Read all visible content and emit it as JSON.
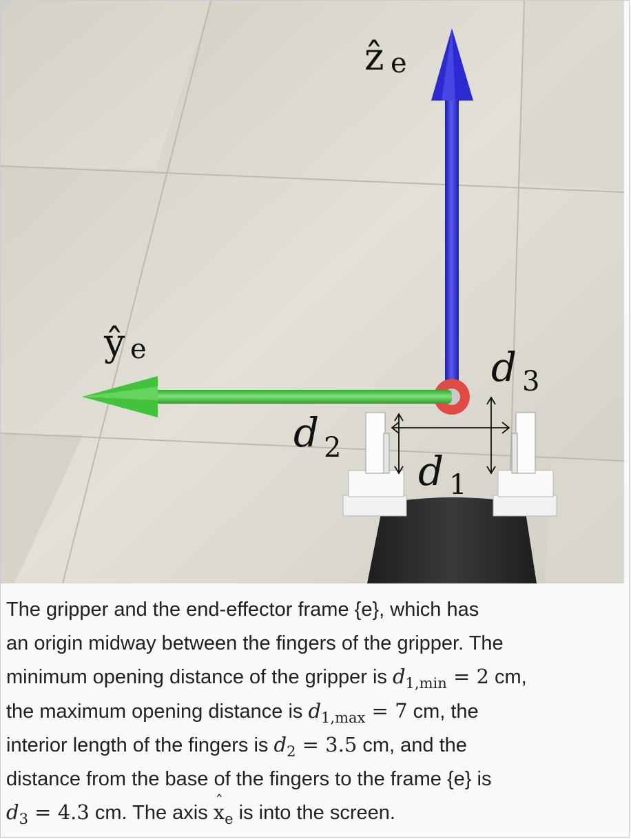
{
  "diagram": {
    "labels": {
      "z_axis": "ẑ",
      "z_sub": "e",
      "y_axis": "ŷ",
      "y_sub": "e",
      "d1": "d",
      "d1_sub": "1",
      "d2": "d",
      "d2_sub": "2",
      "d3": "d",
      "d3_sub": "3"
    },
    "colors": {
      "z_axis": "#2b2bd8",
      "y_axis": "#3fbf3a",
      "origin_marker": "#e04040",
      "floor": "#d9d6cc",
      "gripper_body": "#2b2b2b"
    }
  },
  "caption": {
    "line1": "The gripper and the end-effector frame {e}, which has",
    "line2": "an origin midway between the fingers of the gripper. The",
    "line3_pre": "minimum opening distance of the gripper is ",
    "d1min_var": "d",
    "d1min_sub": "1,min",
    "d1min_eq": " = 2",
    "line3_post": " cm,",
    "line4_pre": "the maximum opening distance is ",
    "d1max_var": "d",
    "d1max_sub": "1,max",
    "d1max_eq": " = 7",
    "line4_post": " cm, the",
    "line5_pre": "interior length of the fingers is ",
    "d2_var": "d",
    "d2_sub": "2",
    "d2_eq": " = 3.5",
    "line5_post": " cm, and the",
    "line6": "distance from the base of the fingers to the frame {e} is",
    "d3_var": "d",
    "d3_sub": "3",
    "d3_eq": " = 4.3",
    "line7_mid": " cm. The axis ",
    "xe_var": "x",
    "xe_sub": "e",
    "line7_post": " is into the screen."
  }
}
